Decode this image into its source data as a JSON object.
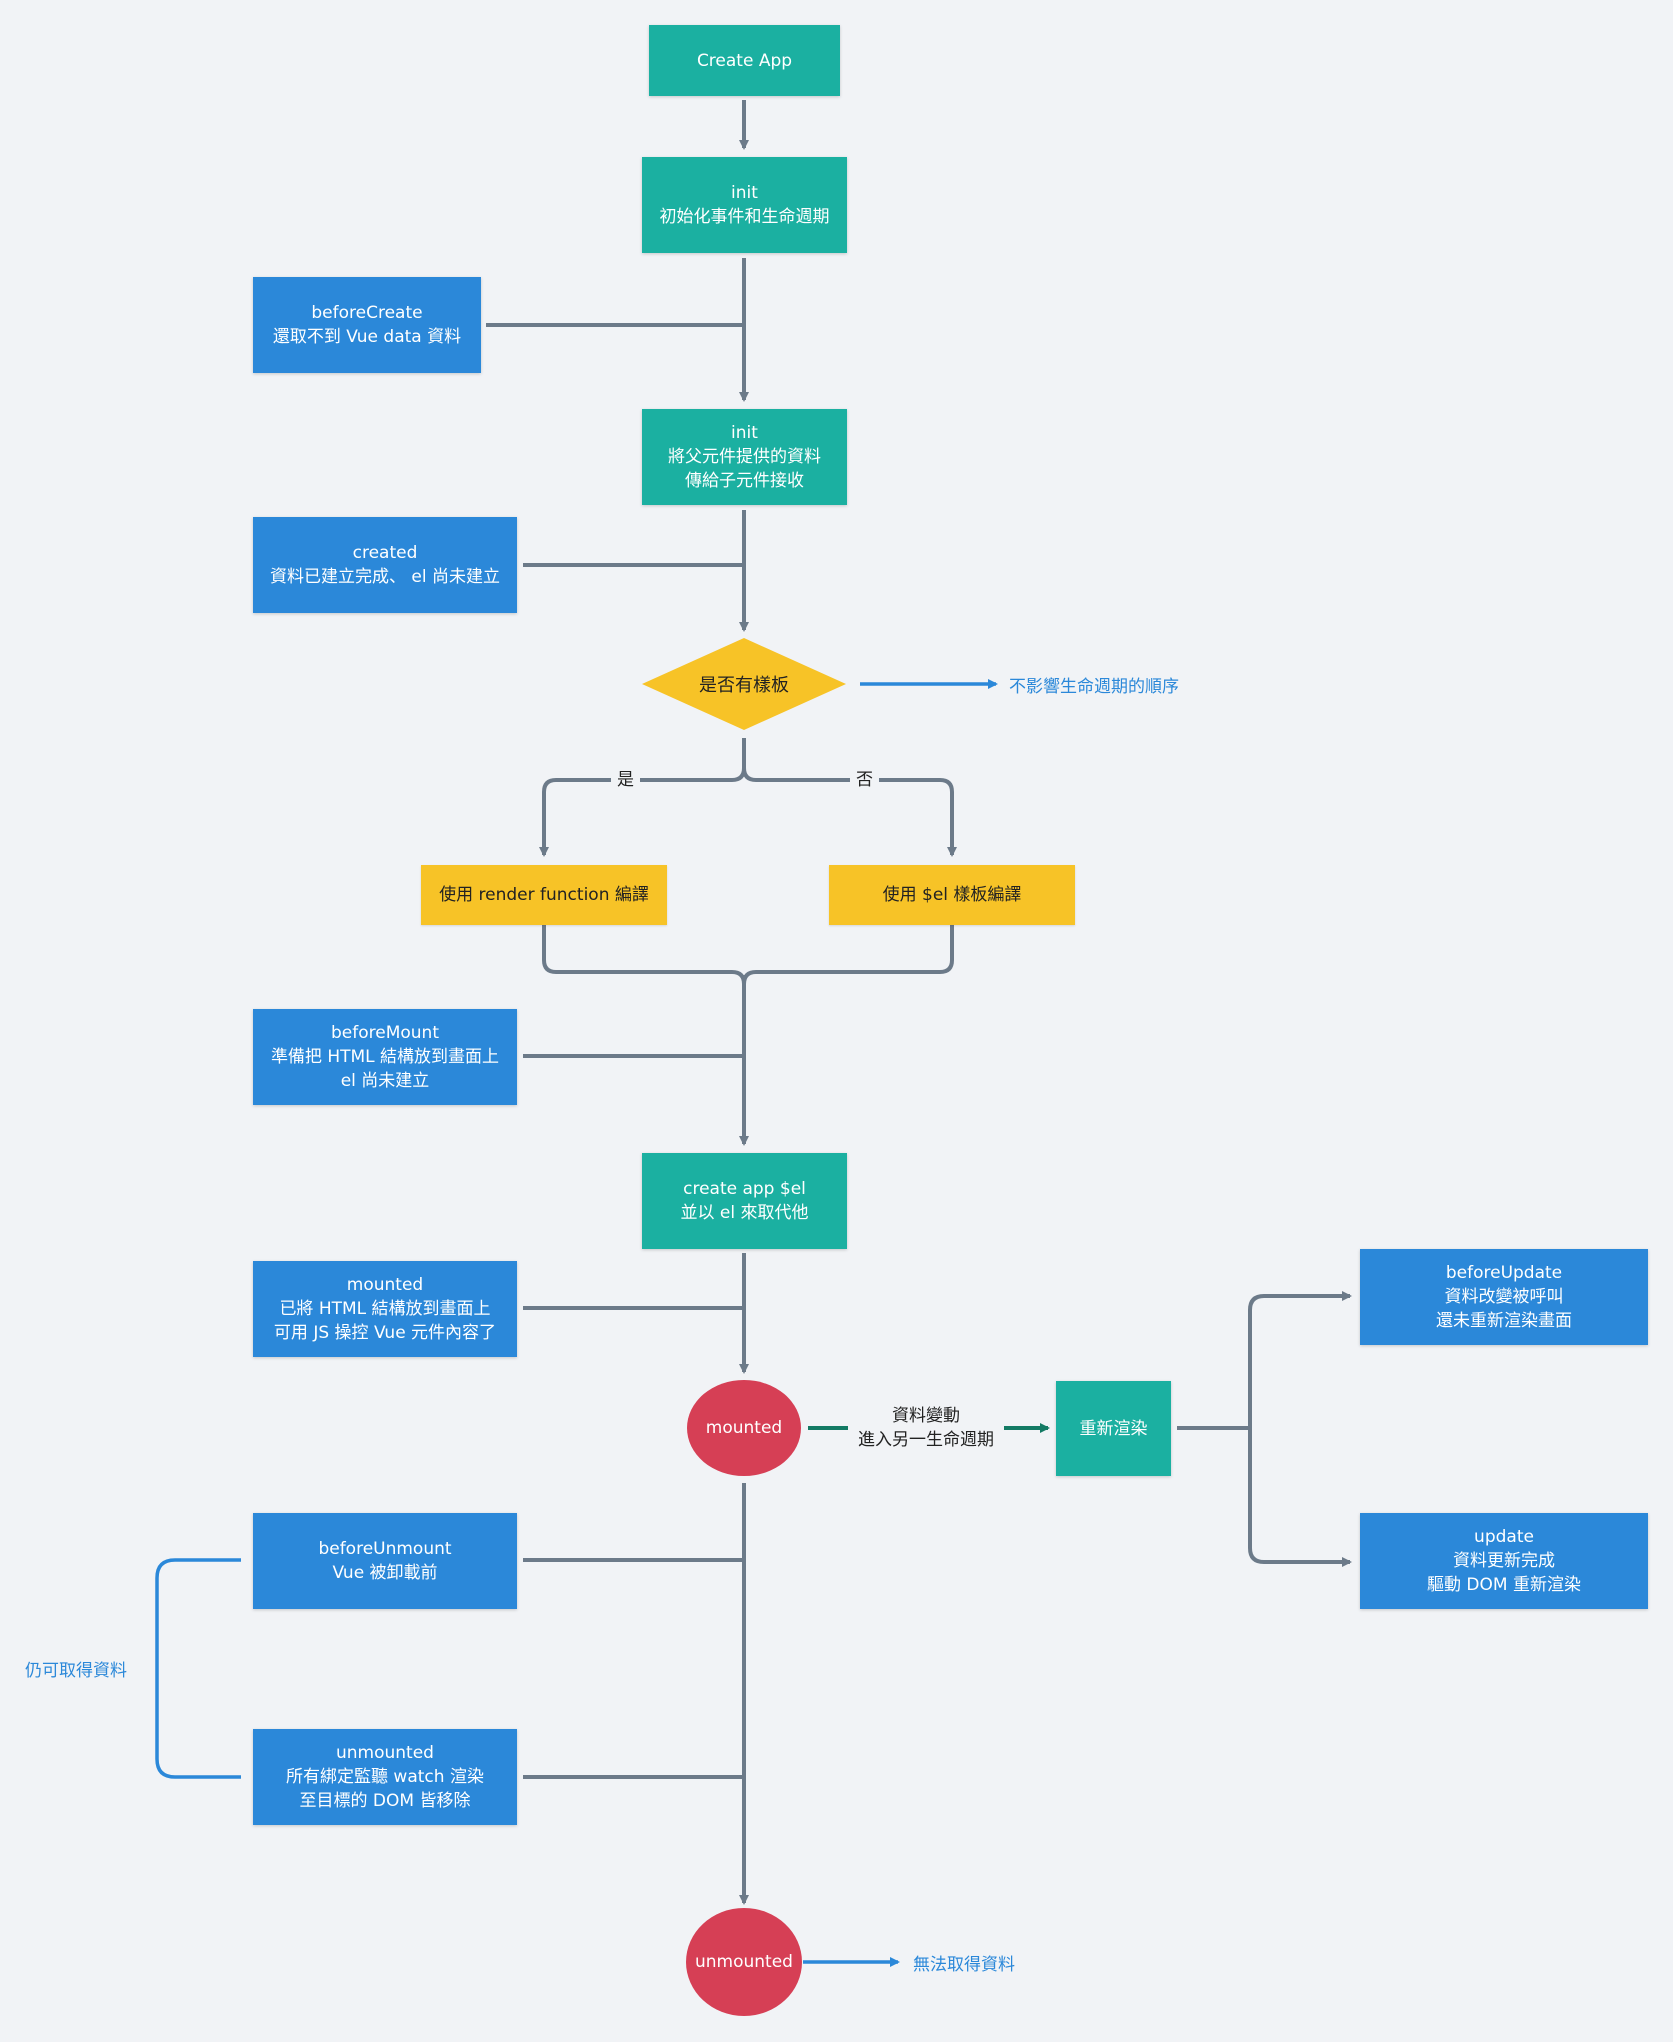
{
  "nodes": {
    "create_app": "Create App",
    "init1": [
      "init",
      "初始化事件和生命週期"
    ],
    "before_create": [
      "beforeCreate",
      "還取不到 Vue data 資料"
    ],
    "init2": [
      "init",
      "將父元件提供的資料",
      "傳給子元件接收"
    ],
    "created": [
      "created",
      "資料已建立完成、 el 尚未建立"
    ],
    "template_decision": "是否有樣板",
    "template_note": "不影響生命週期的順序",
    "branch_yes": "是",
    "branch_no": "否",
    "render_fn": "使用 render function 編譯",
    "el_template": "使用 $el 樣板編譯",
    "before_mount": [
      "beforeMount",
      "準備把 HTML 結構放到畫面上",
      "el 尚未建立"
    ],
    "create_el": [
      "create app $el",
      "並以 el 來取代他"
    ],
    "mounted_hook": [
      "mounted",
      "已將 HTML 結構放到畫面上",
      "可用 JS 操控 Vue 元件內容了"
    ],
    "mounted_state": "mounted",
    "data_change": [
      "資料變動",
      "進入另一生命週期"
    ],
    "rerender": "重新渲染",
    "before_update": [
      "beforeUpdate",
      "資料改變被呼叫",
      "還未重新渲染畫面"
    ],
    "update": [
      "update",
      "資料更新完成",
      "驅動 DOM 重新渲染"
    ],
    "before_unmount": [
      "beforeUnmount",
      "Vue 被卸載前"
    ],
    "unmounted_hook": [
      "unmounted",
      "所有綁定監聽 watch 渲染",
      "至目標的 DOM 皆移除"
    ],
    "still_data": "仍可取得資料",
    "unmounted_state": "unmounted",
    "no_data": "無法取得資料"
  },
  "colors": {
    "teal": "#1bb0a1",
    "blue": "#2b88d9",
    "yellow": "#f7c327",
    "red": "#d63f55",
    "connector": "#6c7a89",
    "green_arrow": "#137a64"
  }
}
